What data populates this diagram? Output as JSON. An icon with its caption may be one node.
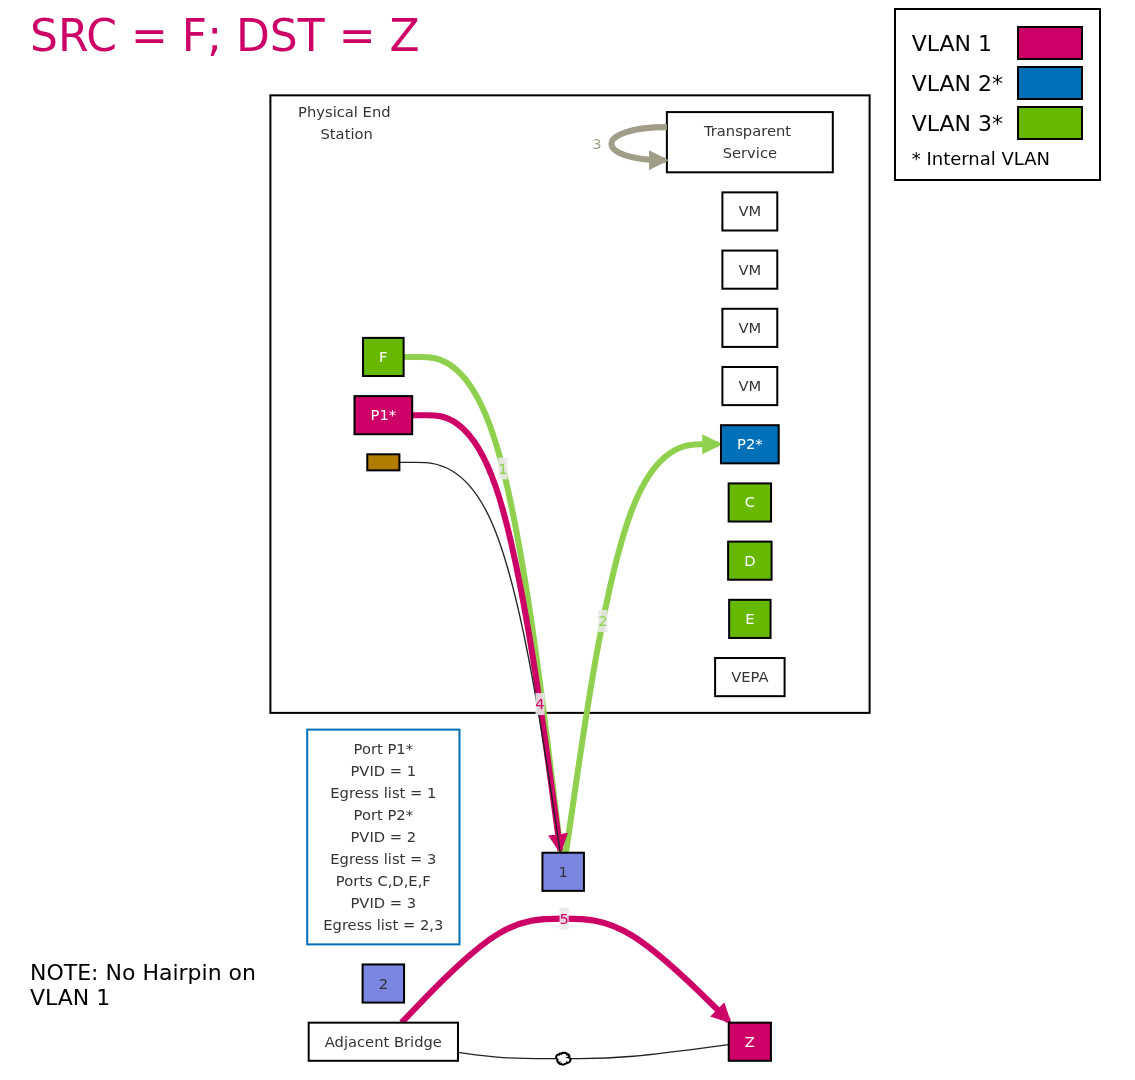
{
  "diagram": {
    "title": "SRC = F; DST = Z",
    "nodes": [
      {
        "text": [
          "Physical End Station"
        ]
      },
      {
        "text": [
          "Transparent Service"
        ],
        "in": 0
      },
      {
        "text": [
          "VM"
        ],
        "in": 0
      },
      {
        "text": [
          "VM"
        ],
        "in": 0
      },
      {
        "text": [
          "VM"
        ],
        "in": 0
      },
      {
        "text": [
          "VM"
        ],
        "in": 0
      },
      {
        "text": [
          "P1*"
        ],
        "in": 0
      },
      {
        "text": [
          "P2*"
        ],
        "in": 0
      },
      {
        "text": [
          "C"
        ],
        "in": 0
      },
      {
        "text": [
          "D"
        ],
        "in": 0
      },
      {
        "text": [
          "E"
        ],
        "in": 0
      },
      {
        "text": [
          "F"
        ],
        "in": 0
      },
      {
        "text": [
          "VEPA"
        ],
        "in": 0
      },
      {
        "text": [],
        "shape": "bar",
        "in": 0
      },
      {
        "text": [
          "Port P1*",
          "PVID = 1",
          "Egress list = 1",
          "Port P2*",
          "PVID = 2",
          "Egress list = 3",
          "Ports C,D,E,F",
          "PVID = 3",
          "Egress list = 2,3"
        ]
      },
      {
        "text": [
          "1"
        ]
      },
      {
        "text": [
          "2"
        ]
      },
      {
        "text": [
          "Adjacent Bridge"
        ]
      },
      {
        "text": [],
        "shape": "cloud"
      },
      {
        "text": [
          "Z"
        ]
      }
    ],
    "edges": [
      {
        "from": 11,
        "to": 15,
        "arrow": "none",
        "label": "1",
        "color": "#8fd14f"
      },
      {
        "from": 15,
        "to": 7,
        "arrow": "to",
        "label": "2",
        "color": "#8fd14f"
      },
      {
        "from": 1,
        "to": 1,
        "arrow": "to",
        "label": "3",
        "color": "#a09e88"
      },
      {
        "from": 6,
        "to": 15,
        "arrow": "to",
        "label": "4",
        "color": "#cc0066"
      },
      {
        "from": 17,
        "to": 19,
        "arrow": "to",
        "label": "5",
        "color": "#cc0066"
      },
      {
        "from": 13,
        "to": 15,
        "arrow": "none"
      },
      {
        "from": 17,
        "to": 18,
        "arrow": "none"
      },
      {
        "from": 18,
        "to": 19,
        "arrow": "none"
      }
    ],
    "labels": [
      "* Internal VLAN",
      "NOTE: No Hairpin on VLAN 1"
    ],
    "legend": [
      {
        "text": "VLAN 1",
        "color": "#cc0066"
      },
      {
        "text": "VLAN 2*",
        "color": "#0070b8"
      },
      {
        "text": "VLAN 3*",
        "color": "#66b800"
      }
    ]
  }
}
